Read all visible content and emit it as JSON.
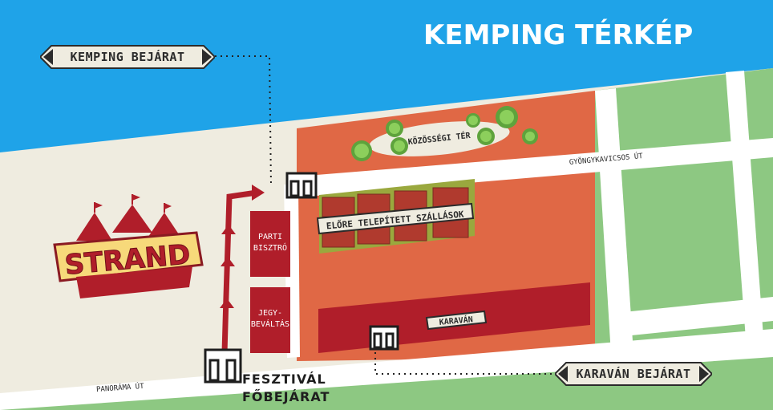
{
  "title": "KEMPING TÉRKÉP",
  "entrances": {
    "camping": "KEMPING BEJÁRAT",
    "caravan": "KARAVÁN BEJÁRAT",
    "festival_main_line1": "FESZTIVÁL",
    "festival_main_line2": "FŐBEJÁRAT"
  },
  "roads": {
    "panorama": "PANORÁMA ÚT",
    "gyongykavics": "GYÖNGYKAVICSOS ÚT"
  },
  "areas": {
    "community": "KÖZÖSSÉGI TÉR",
    "prebuilt": "ELŐRE TELEPÍTETT SZÁLLÁSOK",
    "caravan": "KARAVÁN",
    "bistro_line1": "PARTI",
    "bistro_line2": "BISZTRÓ",
    "ticket_line1": "JEGY-",
    "ticket_line2": "BEVÁLTÁS",
    "strand": "STRAND"
  },
  "colors": {
    "water": "#1fa3e8",
    "beach": "#efece0",
    "grass": "#8dc882",
    "camping": "#e06845",
    "road": "#ffffff",
    "red_accent": "#b01e2a",
    "tents": "#9aa83e",
    "trees": "#7cc147"
  },
  "icons": [
    "gate-icon",
    "tree-icon",
    "circus-tent-icon",
    "arrow-icon"
  ]
}
